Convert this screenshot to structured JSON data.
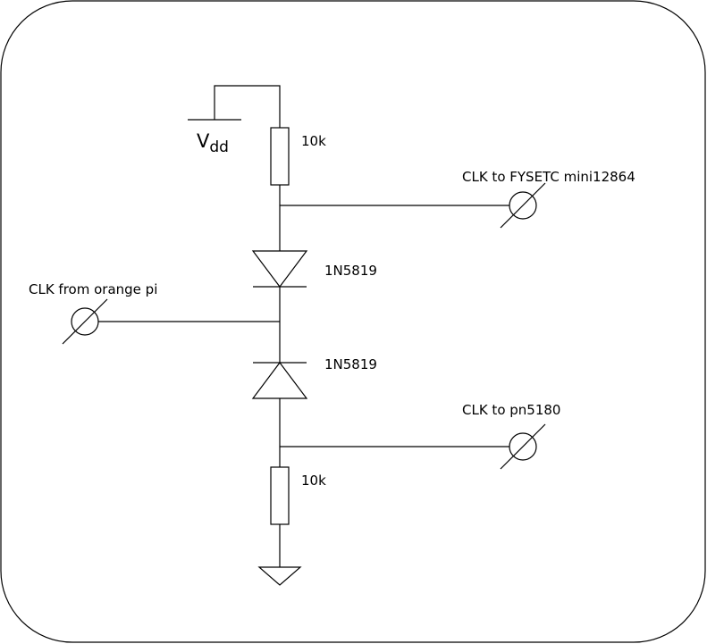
{
  "supply": {
    "symbol": "V",
    "subscript": "dd"
  },
  "resistor_top": {
    "value": "10k"
  },
  "resistor_bottom": {
    "value": "10k"
  },
  "diode_top": {
    "part": "1N5819"
  },
  "diode_bottom": {
    "part": "1N5819"
  },
  "connectors": {
    "fysetc": {
      "label": "CLK to FYSETC mini12864"
    },
    "orange_pi": {
      "label": "CLK from orange pi"
    },
    "pn5180": {
      "label": "CLK to pn5180"
    }
  },
  "colors": {
    "stroke": "#000000",
    "background": "#ffffff"
  }
}
